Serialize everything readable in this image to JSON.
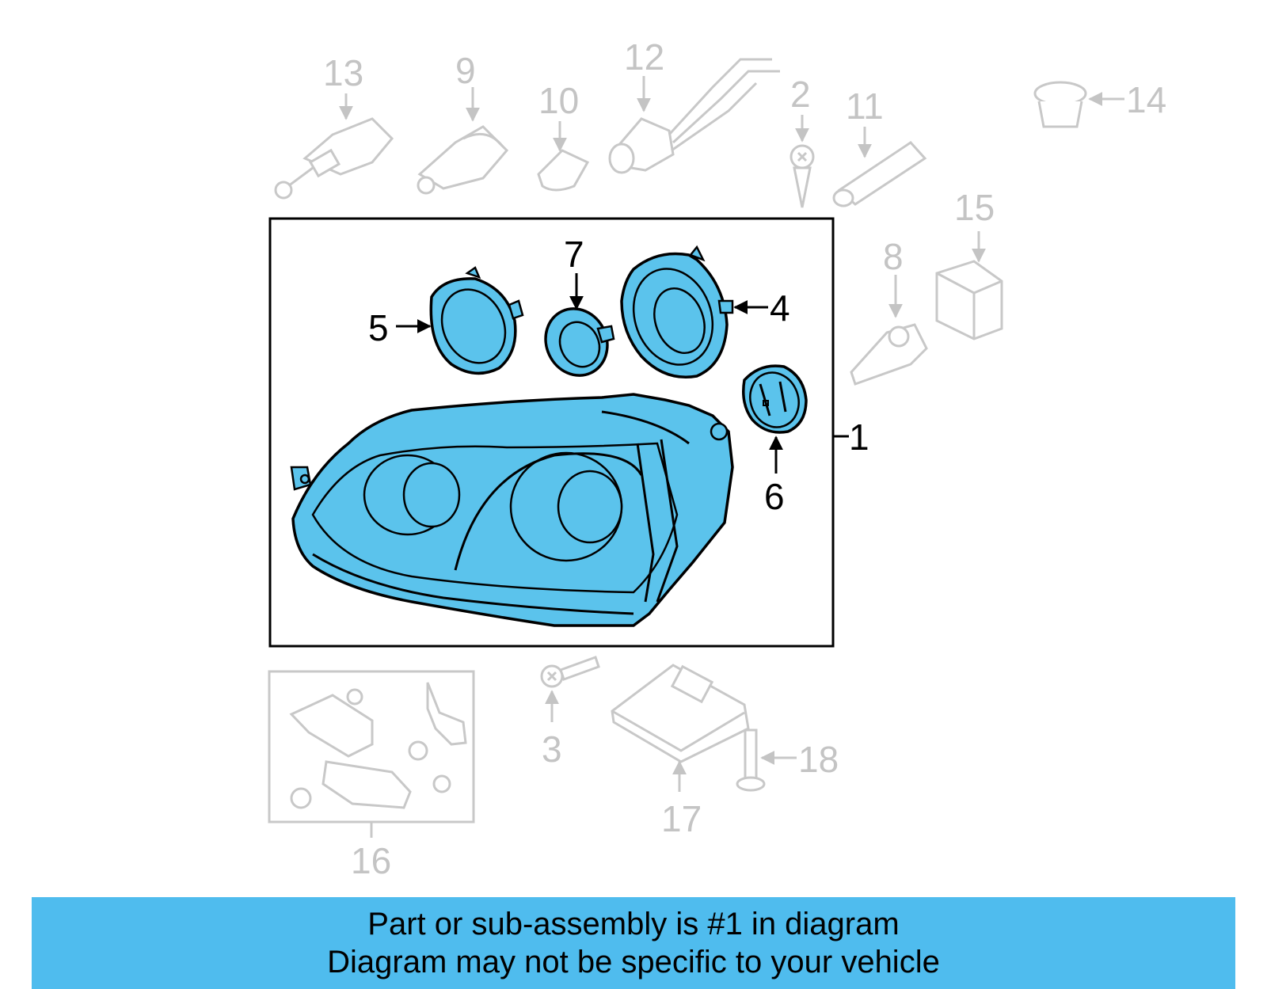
{
  "banner": {
    "line1": "Part or sub-assembly is #1 in diagram",
    "line2": "Diagram may not be specific to your vehicle"
  },
  "colors": {
    "highlight": "#5bc3ec",
    "banner": "#4fbcee",
    "faded": "#c4c4c4"
  },
  "callouts": {
    "c1": "1",
    "c2": "2",
    "c3": "3",
    "c4": "4",
    "c5": "5",
    "c6": "6",
    "c7": "7",
    "c8": "8",
    "c9": "9",
    "c10": "10",
    "c11": "11",
    "c12": "12",
    "c13": "13",
    "c14": "14",
    "c15": "15",
    "c16": "16",
    "c17": "17",
    "c18": "18"
  }
}
